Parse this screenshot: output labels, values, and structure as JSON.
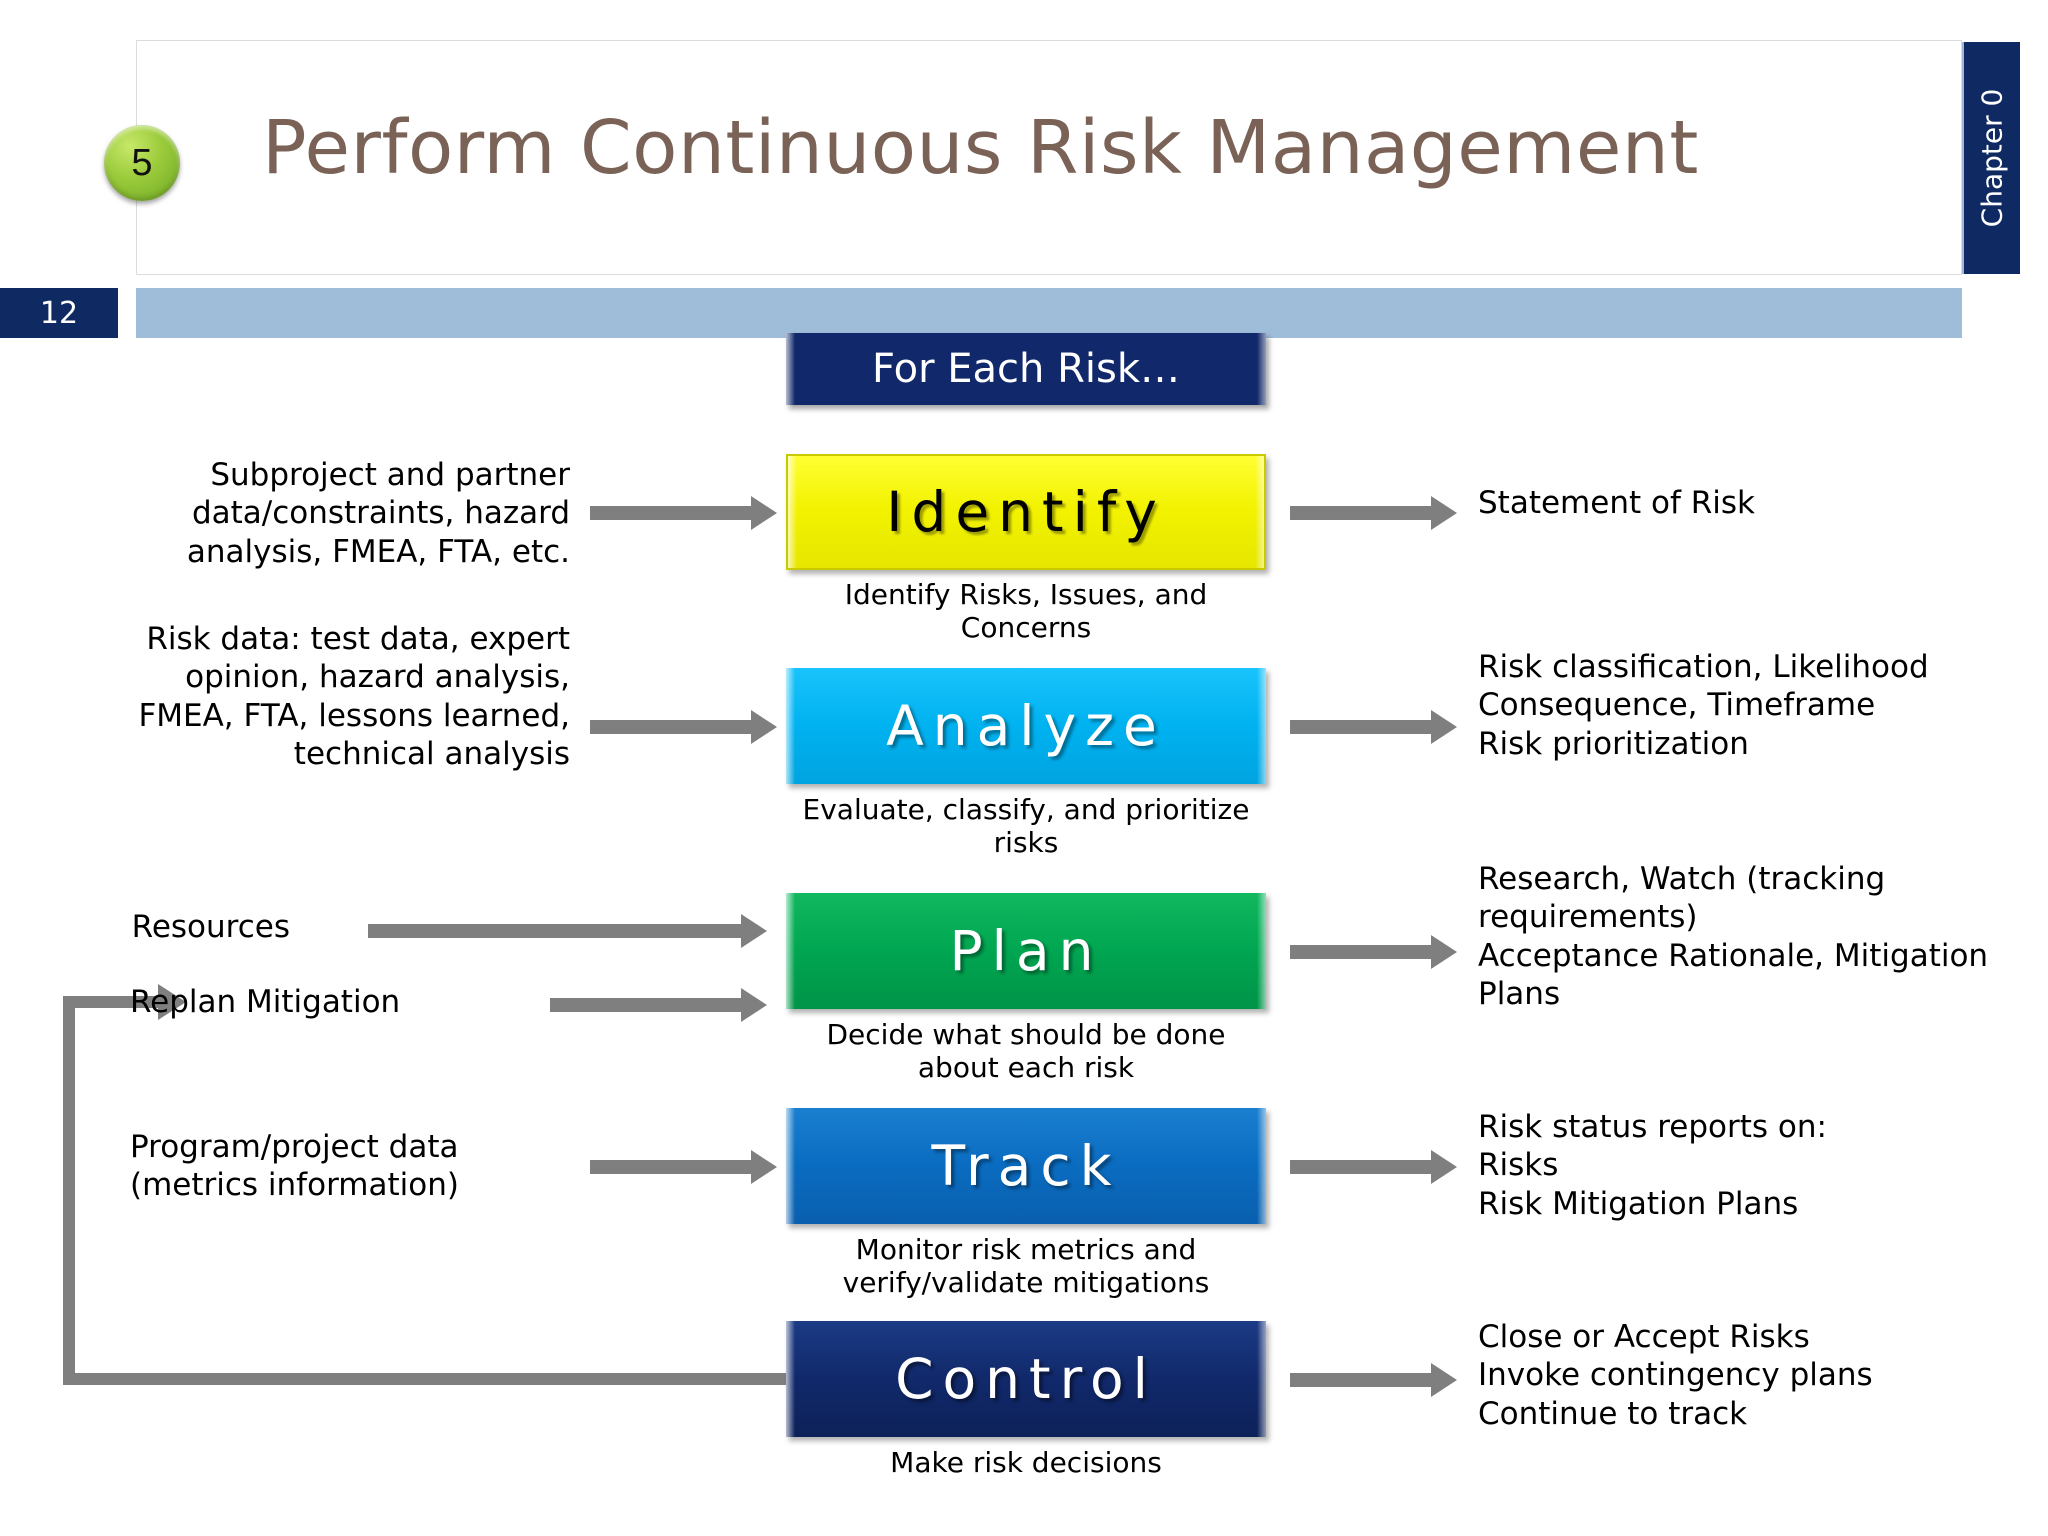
{
  "header": {
    "bullet_number": "5",
    "title": "Perform Continuous Risk Management",
    "chapter_label": "Chapter 0",
    "page_number": "12"
  },
  "colors": {
    "title": "#7a6257",
    "navy": "#0f2a62",
    "accent_bar": "#9fbcd9",
    "bullet_green": "#9ccc3c",
    "identify": "#f5f500",
    "analyze": "#00b4f0",
    "plan": "#00a651",
    "track": "#0a6cc0",
    "control": "#11296b",
    "arrow": "#7f7f7f"
  },
  "diagram": {
    "banner": "For Each Risk…",
    "stages": [
      {
        "id": "identify",
        "label": "Identify",
        "caption": "Identify Risks, Issues, and\nConcerns",
        "inputs": [
          "Subproject and partner\ndata/constraints, hazard\nanalysis, FMEA, FTA, etc."
        ],
        "outputs": [
          "Statement of Risk"
        ]
      },
      {
        "id": "analyze",
        "label": "Analyze",
        "caption": "Evaluate, classify, and prioritize\nrisks",
        "inputs": [
          "Risk data: test data, expert\nopinion, hazard analysis,\nFMEA, FTA, lessons learned,\ntechnical analysis"
        ],
        "outputs": [
          "Risk classification, Likelihood\nConsequence, Timeframe\nRisk prioritization"
        ]
      },
      {
        "id": "plan",
        "label": "Plan",
        "caption": "Decide what should be done\nabout each risk",
        "inputs": [
          "Resources",
          "Replan Mitigation"
        ],
        "outputs": [
          "Research, Watch (tracking\nrequirements)\nAcceptance Rationale, Mitigation\nPlans"
        ]
      },
      {
        "id": "track",
        "label": "Track",
        "caption": "Monitor risk metrics and\nverify/validate mitigations",
        "inputs": [
          "Program/project data\n(metrics information)"
        ],
        "outputs": [
          "Risk status reports on:\nRisks\nRisk Mitigation Plans"
        ]
      },
      {
        "id": "control",
        "label": "Control",
        "caption": "Make risk decisions",
        "inputs": [],
        "outputs": [
          "Close or Accept Risks\nInvoke contingency plans\nContinue to track"
        ]
      }
    ],
    "feedback_loop_label": "Replan Mitigation"
  }
}
